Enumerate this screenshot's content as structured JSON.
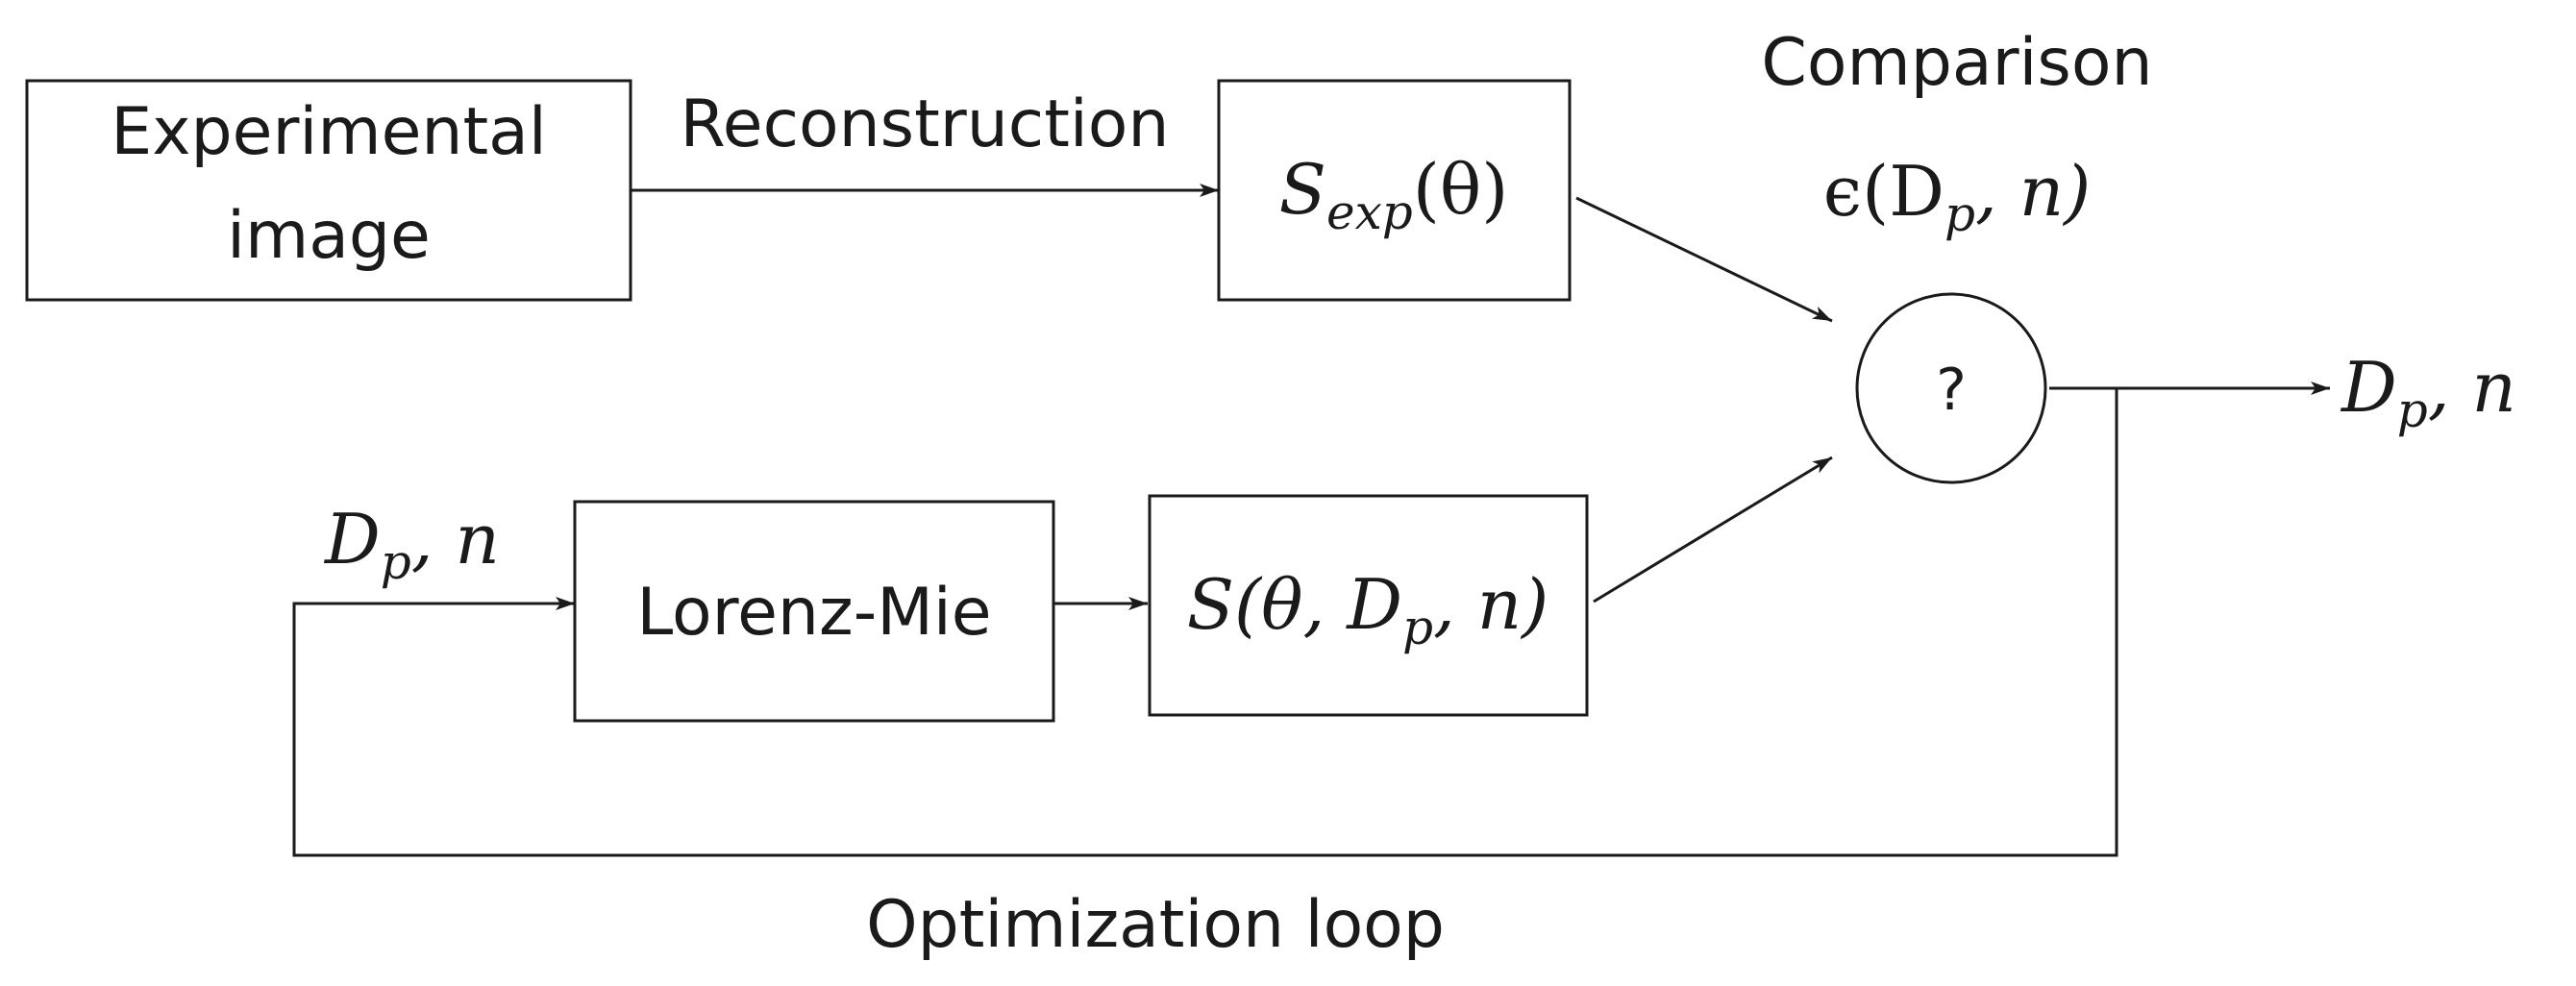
{
  "boxes": {
    "experimental_line1": "Experimental",
    "experimental_line2": "image",
    "lorenz_mie": "Lorenz-Mie"
  },
  "labels": {
    "reconstruction": "Reconstruction",
    "comparison": "Comparison",
    "optimization_loop": "Optimization loop",
    "comparator_symbol": "?"
  },
  "math": {
    "s_exp": {
      "base": "S",
      "sub": "exp",
      "rest": "(θ)"
    },
    "s_model": {
      "pre": "S(θ, D",
      "sub": "p",
      "post": ", n)"
    },
    "error": {
      "pre": "ϵ(D",
      "sub": "p",
      "post": ", n)"
    },
    "input_params": {
      "pre": "D",
      "sub": "p",
      "post": ", n"
    },
    "output_params": {
      "pre": "D",
      "sub": "p",
      "post": ", n"
    }
  }
}
